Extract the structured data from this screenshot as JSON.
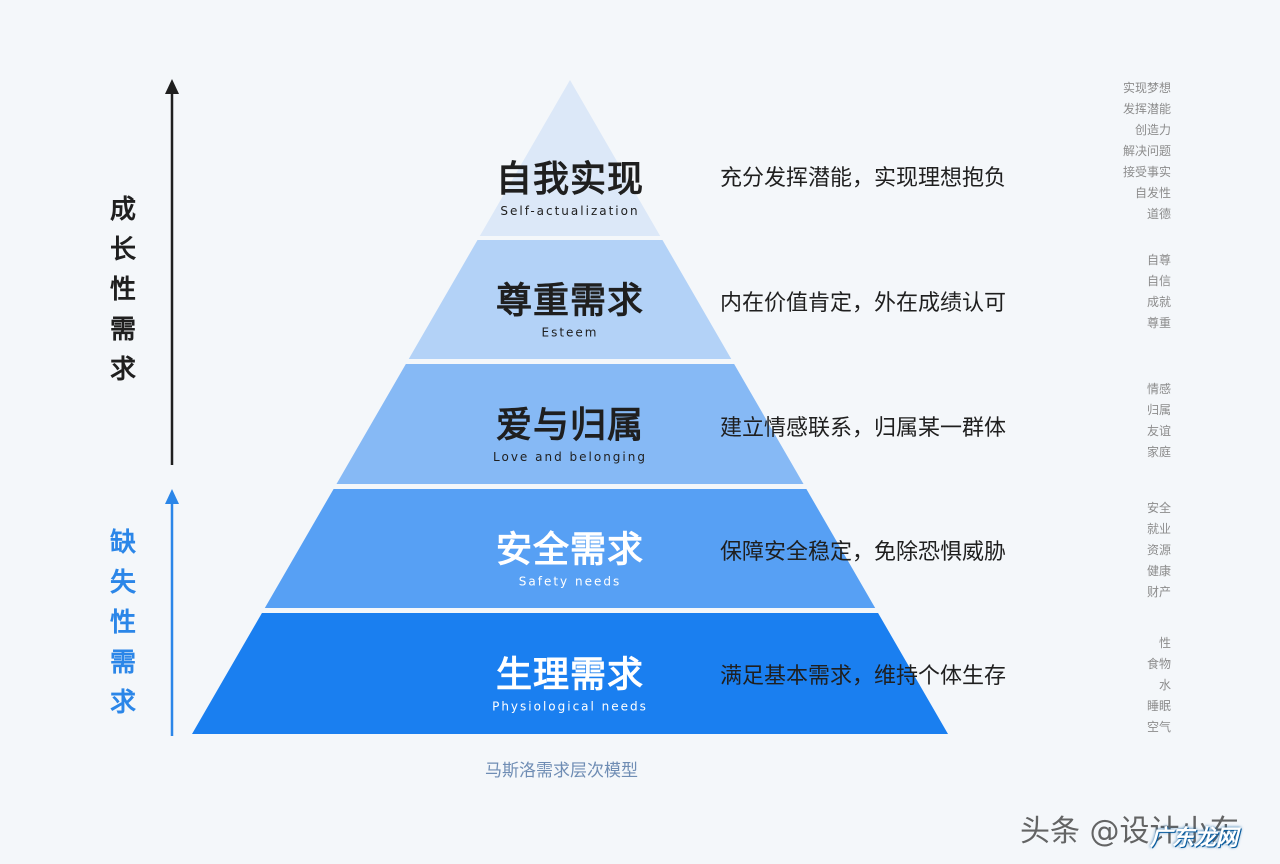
{
  "levels": [
    {
      "title": "自我实现",
      "en": "Self-actualization",
      "desc": "充分发挥潜能，实现理想抱负",
      "color": "#dce8f8",
      "text_color": "#1f1f1f",
      "en_color": "#1f1f1f"
    },
    {
      "title": "尊重需求",
      "en": "Esteem",
      "desc": "内在价值肯定，外在成绩认可",
      "color": "#b3d2f7",
      "text_color": "#1f1f1f",
      "en_color": "#1f1f1f"
    },
    {
      "title": "爱与归属",
      "en": "Love and belonging",
      "desc": "建立情感联系，归属某一群体",
      "color": "#86b9f5",
      "text_color": "#1f1f1f",
      "en_color": "#1f1f1f"
    },
    {
      "title": "安全需求",
      "en": "Safety needs",
      "desc": "保障安全稳定，免除恐惧威胁",
      "color": "#57a0f4",
      "text_color": "#ffffff",
      "en_color": "#ffffff"
    },
    {
      "title": "生理需求",
      "en": "Physiological needs",
      "desc": "满足基本需求，维持个体生存",
      "color": "#1a7ff0",
      "text_color": "#ffffff",
      "en_color": "#ffffff"
    }
  ],
  "keywords": [
    [
      "实现梦想",
      "发挥潜能",
      "创造力",
      "解决问题",
      "接受事实",
      "自发性",
      "道德"
    ],
    [
      "自尊",
      "自信",
      "成就",
      "尊重"
    ],
    [
      "情感",
      "归属",
      "友谊",
      "家庭"
    ],
    [
      "安全",
      "就业",
      "资源",
      "健康",
      "财产"
    ],
    [
      "性",
      "食物",
      "水",
      "睡眠",
      "空气"
    ]
  ],
  "growth_label": [
    "成",
    "长",
    "性",
    "需",
    "求"
  ],
  "deficit_label": [
    "缺",
    "失",
    "性",
    "需",
    "求"
  ],
  "caption": "马斯洛需求层次模型",
  "watermark": "头条 @设计小东",
  "watermark_site": "广东龙网",
  "colors": {
    "growth_arrow": "#1f1f1f",
    "deficit_arrow": "#2b86e8"
  }
}
